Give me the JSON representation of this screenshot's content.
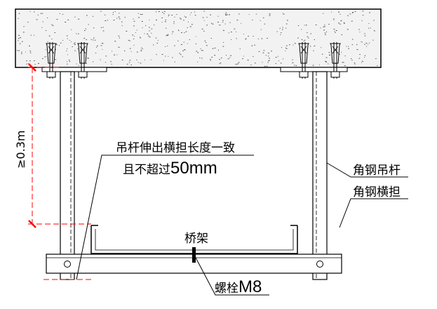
{
  "labels": {
    "dimension": "≥0.3m",
    "note_line1": "吊杆伸出横担长度一致",
    "note_line2_prefix": "且不超过",
    "note_line2_value": "50mm",
    "rod": "角钢吊杆",
    "crossarm": "角钢横担",
    "tray": "桥架",
    "bolt_prefix": "螺栓",
    "bolt_size": "M8"
  },
  "colors": {
    "line": "#000000",
    "dim": "#ff0000",
    "concrete_fill": "#f2f2f2"
  },
  "icons": [
    "expansion-bolt-icon",
    "hex-nut-icon",
    "bolt-hole-icon"
  ]
}
